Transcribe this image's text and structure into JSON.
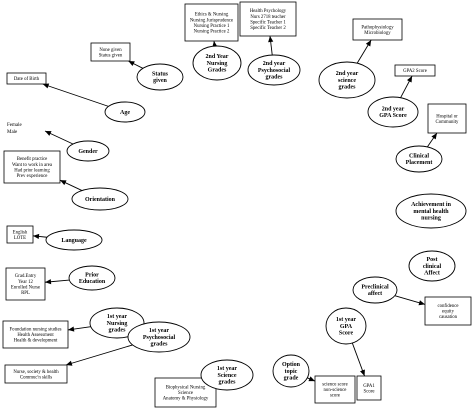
{
  "nodes": [
    {
      "id": "status",
      "label": [
        "Status",
        "given"
      ]
    },
    {
      "id": "y2nursing",
      "label": [
        "2nd Year",
        "Nursing",
        "Grades"
      ]
    },
    {
      "id": "y2psych",
      "label": [
        "2nd year",
        "Psychosocial",
        "grades"
      ]
    },
    {
      "id": "y2science",
      "label": [
        "2nd year",
        "science",
        "grades"
      ]
    },
    {
      "id": "y2gpa",
      "label": [
        "2nd year",
        "GPA Score"
      ]
    },
    {
      "id": "age",
      "label": [
        "Age"
      ]
    },
    {
      "id": "gender",
      "label": [
        "Gender"
      ]
    },
    {
      "id": "orientation",
      "label": [
        "Orientation"
      ]
    },
    {
      "id": "language",
      "label": [
        "Language"
      ]
    },
    {
      "id": "prioredu",
      "label": [
        "Prior",
        "Education"
      ]
    },
    {
      "id": "y1nursing",
      "label": [
        "1st year",
        "Nursing",
        "grades"
      ]
    },
    {
      "id": "y1psych",
      "label": [
        "1st year",
        "Psychosocial",
        "grades"
      ]
    },
    {
      "id": "y1science",
      "label": [
        "1st year",
        "Science",
        "grades"
      ]
    },
    {
      "id": "option",
      "label": [
        "Option",
        "topic",
        "grade"
      ]
    },
    {
      "id": "y1gpa",
      "label": [
        "1st year",
        "GPA",
        "Score"
      ]
    },
    {
      "id": "precaffect",
      "label": [
        "Preclinical",
        "affect"
      ]
    },
    {
      "id": "postaffect",
      "label": [
        "Post",
        "clinical",
        "Affect"
      ]
    },
    {
      "id": "achievement",
      "label": [
        "Achievement in",
        "mental health",
        "nursing"
      ]
    },
    {
      "id": "placement",
      "label": [
        "Clinical",
        "Placement"
      ]
    }
  ],
  "boxes": [
    {
      "id": "box-y2nursing",
      "lines": [
        "Ethics & Nursing",
        "Nursing Jurisprudence",
        "Nursing Practice 1",
        "Nursing Practice 2"
      ]
    },
    {
      "id": "box-y2psych",
      "lines": [
        "Health Psychology",
        "Nurs 2718 teacher",
        "Specific Teacher 1",
        "Specific Teacher 2"
      ]
    },
    {
      "id": "box-y2science",
      "lines": [
        "Pathophysiology",
        "Microbiology"
      ]
    },
    {
      "id": "box-status",
      "lines": [
        "None given",
        "Status given"
      ]
    },
    {
      "id": "box-age",
      "lines": [
        "Date of Birth"
      ]
    },
    {
      "id": "box-y2gpa",
      "lines": [
        "GPA2 Score"
      ]
    },
    {
      "id": "box-placement",
      "lines": [
        "Hospital or",
        "Community"
      ]
    },
    {
      "id": "box-orientation",
      "lines": [
        "Benefit practice",
        "Want to work in area",
        "Had prior learning",
        "Prev experience"
      ]
    },
    {
      "id": "box-language",
      "lines": [
        "English",
        "LOTE"
      ]
    },
    {
      "id": "box-prioredu",
      "lines": [
        "Grad.Entry",
        "Year 12",
        "Enrolled Nurse",
        "RPL"
      ]
    },
    {
      "id": "box-y1nursing",
      "lines": [
        "Foundation nursing studies",
        "Health Assessment",
        "Health & development"
      ]
    },
    {
      "id": "box-y1psych",
      "lines": [
        "Nurse, society & health",
        "Commuc'n skills"
      ]
    },
    {
      "id": "box-y1science",
      "lines": [
        "Biophysical Nursing",
        "Science",
        "Anatomy & Physiology"
      ]
    },
    {
      "id": "box-option",
      "lines": [
        "science score",
        "non-science",
        "score"
      ]
    },
    {
      "id": "box-y1gpa",
      "lines": [
        "GPA1",
        "Score"
      ]
    },
    {
      "id": "box-precaffect",
      "lines": [
        "confidence",
        "equity",
        "causation"
      ]
    }
  ],
  "freetext": [
    {
      "id": "gender-values",
      "lines": [
        "Female",
        "Male"
      ]
    }
  ]
}
